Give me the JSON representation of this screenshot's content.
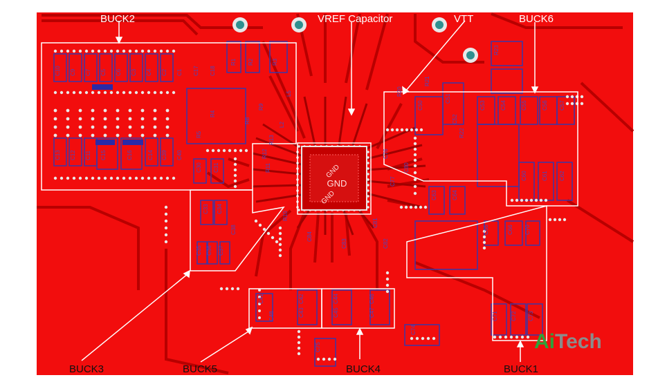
{
  "colors": {
    "board": "#f20d0d",
    "trace": "#c40000",
    "ic": "#c40000",
    "pad": "#e8e8e8",
    "outline": "#ffffff",
    "silk_blue": "#3a37a8",
    "brand_green": "#2fa23a",
    "brand_gray": "#8b8b8b"
  },
  "labels": {
    "buck2": "BUCK2",
    "vref": "VREF Capacitor",
    "vtt": "VTT",
    "buck6": "BUCK6",
    "buck3": "BUCK3",
    "buck5": "BUCK5",
    "buck4": "BUCK4",
    "buck1": "BUCK1"
  },
  "ic": {
    "line1": "GND",
    "line2": "GND",
    "line3": "GND"
  },
  "brand": {
    "part1": "Ai",
    "part2": "Tech"
  },
  "designators": [
    "C10",
    "C9",
    "C7",
    "C5",
    "C6",
    "C3",
    "C4",
    "C2",
    "C1",
    "C17",
    "C18",
    "C13",
    "C12",
    "C11",
    "C15",
    "C16",
    "C14",
    "C39",
    "C40",
    "R1",
    "R2",
    "R3",
    "R4",
    "R5",
    "R8",
    "R9",
    "L2",
    "L5",
    "C30",
    "C31",
    "C33",
    "C34",
    "C35",
    "C36",
    "C37",
    "C38",
    "C41",
    "C42",
    "C43",
    "C44",
    "C45",
    "C46",
    "C47",
    "C48",
    "C50",
    "C51",
    "C52",
    "C53",
    "C54",
    "C55",
    "C56",
    "C57",
    "C60",
    "C61",
    "C62",
    "C63",
    "C64",
    "C65",
    "C66",
    "C70",
    "C71",
    "C72",
    "C73",
    "C74",
    "C75",
    "C76",
    "C77",
    "C80",
    "C81",
    "C82",
    "C83",
    "C84",
    "R10",
    "R11",
    "R12",
    "R13",
    "R20",
    "R21",
    "R22",
    "R23",
    "R24",
    "R25",
    "R26",
    "R27",
    "R30",
    "R31"
  ]
}
